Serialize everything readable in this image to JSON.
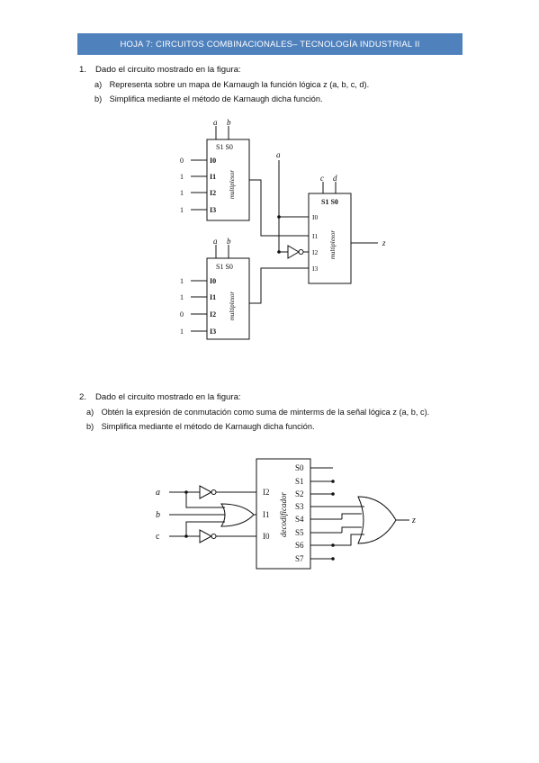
{
  "header": {
    "title": "HOJA 7: CIRCUITOS COMBINACIONALES– TECNOLOGÍA INDUSTRIAL II"
  },
  "q1": {
    "number": "1.",
    "text": "Dado el circuito mostrado en la figura:",
    "a_label": "a)",
    "a_text": "Representa sobre un mapa de Karnaugh la función lógica z (a, b, c, d).",
    "b_label": "b)",
    "b_text": "Simplifica mediante el método de Karnaugh dicha función.",
    "diagram": {
      "mux1": {
        "sel_a": "a",
        "sel_b": "b",
        "sel_labels": "S1 S0",
        "name": "multiplexor",
        "inputs": [
          "0",
          "1",
          "1",
          "1"
        ],
        "in_labels": [
          "I0",
          "I1",
          "I2",
          "I3"
        ]
      },
      "mux2": {
        "sel_a": "a",
        "sel_b": "b",
        "sel_labels": "S1 S0",
        "name": "multiplexor",
        "inputs": [
          "1",
          "1",
          "0",
          "1"
        ],
        "in_labels": [
          "I0",
          "I1",
          "I2",
          "I3"
        ]
      },
      "mux3": {
        "sel_c": "c",
        "sel_d": "d",
        "sel_labels": "S1 S0",
        "name": "multiplexor",
        "in_labels": [
          "I0",
          "I1",
          "I2",
          "I3"
        ],
        "in_a": "a",
        "output": "z"
      }
    }
  },
  "q2": {
    "number": "2.",
    "text": "Dado el circuito mostrado en la figura:",
    "a_label": "a)",
    "a_text": "Obtén la expresión de conmutación como suma de minterms de la señal lógica z (a, b, c).",
    "b_label": "b)",
    "b_text": "Simplifica mediante el método de Karnaugh dicha función.",
    "diagram": {
      "inputs": [
        "a",
        "b",
        "c"
      ],
      "decoder_name": "decodificador",
      "decoder_inputs": [
        "I2",
        "I1",
        "I0"
      ],
      "decoder_outputs": [
        "S0",
        "S1",
        "S2",
        "S3",
        "S4",
        "S5",
        "S6",
        "S7"
      ],
      "output": "z"
    }
  }
}
